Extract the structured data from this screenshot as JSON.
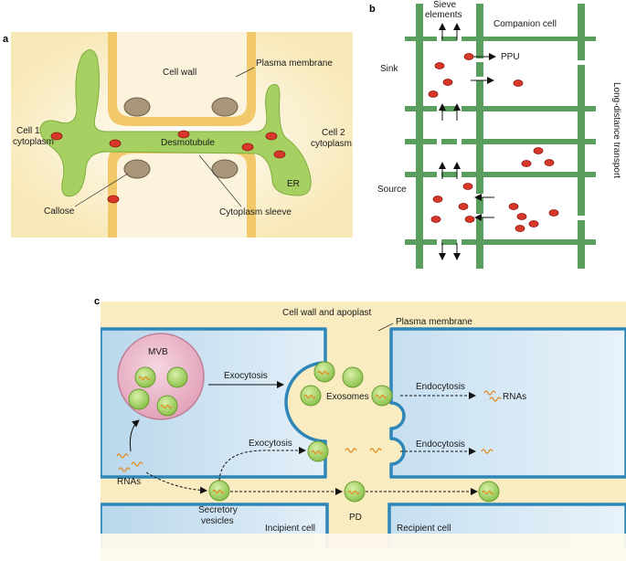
{
  "panel_a": {
    "letter": "a",
    "labels": {
      "cell_wall": "Cell wall",
      "plasma_membrane": "Plasma membrane",
      "cell1_line1": "Cell 1",
      "cell1_line2": "cytoplasm",
      "cell2_line1": "Cell 2",
      "cell2_line2": "cytoplasm",
      "desmotubule": "Desmotubule",
      "er": "ER",
      "callose": "Callose",
      "cytoplasm_sleeve": "Cytoplasm sleeve"
    }
  },
  "panel_b": {
    "letter": "b",
    "labels": {
      "sieve_line1": "Sieve",
      "sieve_line2": "elements",
      "companion_cell": "Companion cell",
      "ppu": "PPU",
      "sink": "Sink",
      "source": "Source",
      "long_distance": "Long-distance transport"
    }
  },
  "panel_c": {
    "letter": "c",
    "labels": {
      "apoplast": "Cell wall and apoplast",
      "plasma_membrane": "Plasma membrane",
      "mvb": "MVB",
      "exocytosis_top": "Exocytosis",
      "exosomes": "Exosomes",
      "endocytosis_top": "Endocytosis",
      "rnas_right": "RNAs",
      "exocytosis_mid": "Exocytosis",
      "endocytosis_mid": "Endocytosis",
      "rnas_left": "RNAs",
      "secretory_line1": "Secretory",
      "secretory_line2": "vesicles",
      "incipient": "Incipient cell",
      "pd": "PD",
      "recipient": "Recipient cell"
    }
  },
  "colors": {
    "cytoplasm_green": "#9ccc5a",
    "wall_yellow": "#f9e8b4",
    "membrane_blue": "#2f86b8",
    "cell_blue": "#c6dff0",
    "vesicle_red": "#d8372a",
    "phloem_green": "#5a9e5e",
    "mvb_pink": "#eab0c4"
  }
}
